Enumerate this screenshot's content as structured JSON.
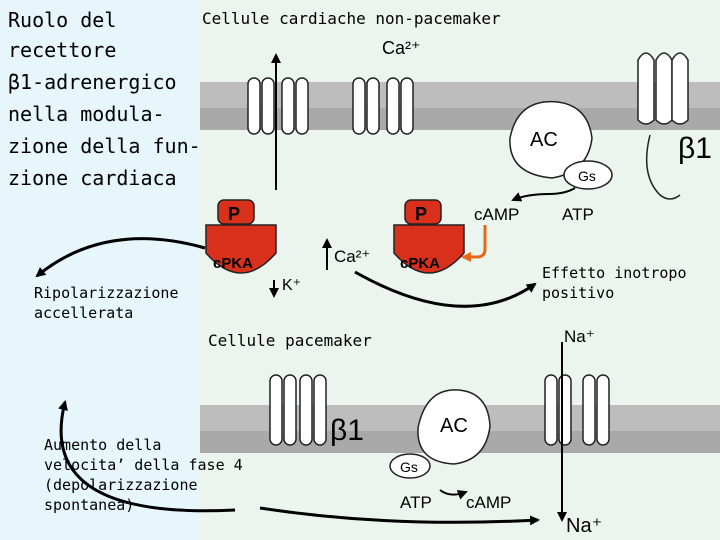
{
  "title": {
    "lines": [
      "Ruolo del",
      "recettore",
      "β1-adrenergico",
      "nella modula-",
      "zione della fun-",
      "zione cardiaca"
    ]
  },
  "sections": {
    "non_pacemaker": "Cellule cardiache non-pacemaker",
    "pacemaker": "Cellule pacemaker"
  },
  "labels": {
    "ca_top": "Ca²⁺",
    "ca_mid": "Ca²⁺",
    "k": "K⁺",
    "ac_top": "AC",
    "ac_bottom": "AC",
    "gs_top": "Gs",
    "gs_bottom": "Gs",
    "camp_top": "cAMP",
    "atp_top": "ATP",
    "atp_bottom": "ATP",
    "camp_bottom": "cAMP",
    "p1": "P",
    "p2": "P",
    "cpka1": "cPKA",
    "cpka2": "cPKA",
    "beta_top": "β1",
    "beta_bottom": "β1",
    "na_top": "Na⁺",
    "na_bottom": "Na⁺"
  },
  "annotations": {
    "ripolarizzazione": [
      "Ripolarizzazione",
      "accellerata"
    ],
    "effetto": [
      "Effetto inotropo",
      "positivo"
    ],
    "aumento": [
      "Aumento della",
      "velocita’ della fase 4",
      "(depolarizzazione",
      "spontanea)"
    ]
  },
  "colors": {
    "membrane": "#bdbdbd",
    "membrane_dark": "#a6a6a6",
    "pka_red": "#d9301c",
    "accent_orange": "#e8681a",
    "background_left": "#e6f6fb",
    "background_right": "#ecf4ee"
  }
}
